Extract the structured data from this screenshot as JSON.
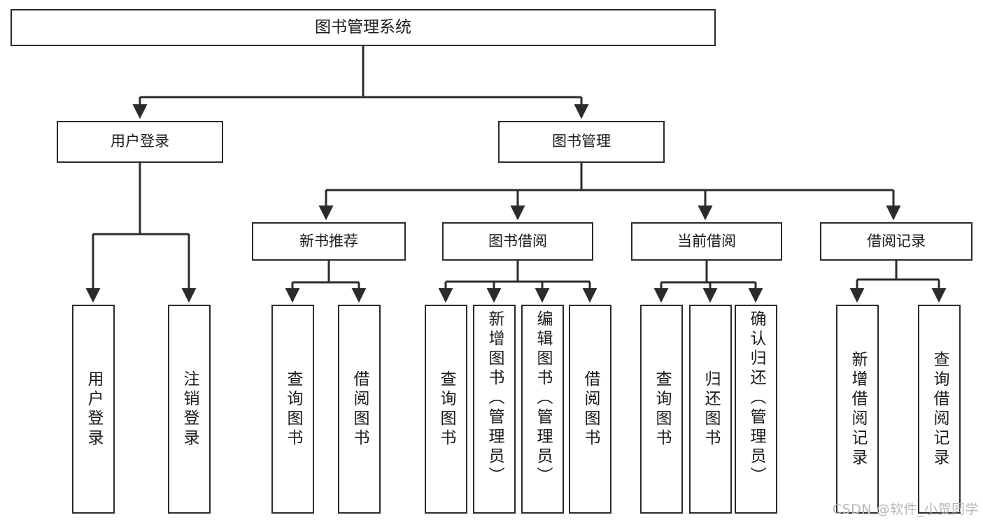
{
  "diagram": {
    "title": "图书管理系统",
    "type": "tree-hierarchy",
    "root": {
      "label": "图书管理系统"
    },
    "level1": [
      {
        "label": "用户登录"
      },
      {
        "label": "图书管理"
      }
    ],
    "level2": [
      {
        "label": "新书推荐"
      },
      {
        "label": "图书借阅"
      },
      {
        "label": "当前借阅"
      },
      {
        "label": "借阅记录"
      }
    ],
    "leaves": {
      "user_login": [
        {
          "label": "用户登录"
        },
        {
          "label": "注销登录"
        }
      ],
      "new_books": [
        {
          "label": "查询图书"
        },
        {
          "label": "借阅图书"
        }
      ],
      "book_borrow": [
        {
          "label": "查询图书"
        },
        {
          "label": "新增图书（管理员）"
        },
        {
          "label": "编辑图书（管理员）"
        },
        {
          "label": "借阅图书"
        }
      ],
      "current_borrow": [
        {
          "label": "查询图书"
        },
        {
          "label": "归还图书"
        },
        {
          "label": "确认归还（管理员）"
        }
      ],
      "borrow_records": [
        {
          "label": "新增借阅记录"
        },
        {
          "label": "查询借阅记录"
        }
      ]
    }
  },
  "watermark": {
    "text": "CSDN @软件_小贺同学"
  },
  "colors": {
    "stroke": "#2b2b2b",
    "background": "#ffffff",
    "text": "#1b1b1b",
    "watermark": "#b7b7b7"
  }
}
